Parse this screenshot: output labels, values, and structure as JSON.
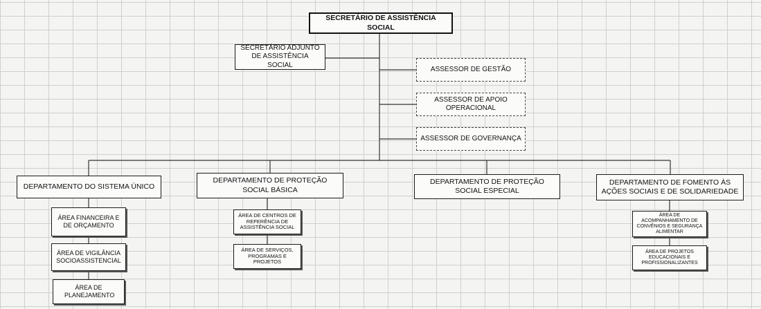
{
  "org_chart": {
    "top": "SECRETÁRIO DE ASSISTÊNCIA SOCIAL",
    "adjunto": "SECRETÁRIO ADJUNTO DE ASSISTÊNCIA SOCIAL",
    "assessores": [
      "ASSESSOR DE GESTÃO",
      "ASSESSOR DE APOIO OPERACIONAL",
      "ASSESSOR DE GOVERNANÇA"
    ],
    "departamentos": [
      {
        "name": "DEPARTAMENTO DO SISTEMA ÚNICO",
        "areas": [
          "ÁREA FINANCEIRA E DE ORÇAMENTO",
          "ÁREA DE VIGILÂNCIA SOCIOASSISTENCIAL",
          "ÁREA DE PLANEJAMENTO"
        ]
      },
      {
        "name": "DEPARTAMENTO DE PROTEÇÃO SOCIAL BÁSICA",
        "areas": [
          "ÁREA DE CENTROS DE REFERÊNCIA DE ASSISTÊNCIA SOCIAL",
          "ÁREA DE SERVIÇOS, PROGRAMAS E PROJETOS"
        ]
      },
      {
        "name": "DEPARTAMENTO DE PROTEÇÃO SOCIAL ESPECIAL",
        "areas": []
      },
      {
        "name": "DEPARTAMENTO DE FOMENTO ÀS AÇÕES SOCIAIS E DE SOLIDARIEDADE",
        "areas": [
          "ÁREA DE ACOMPANHAMENTO DE CONVÊNIOS E SEGURANÇA ALIMENTAR",
          "ÁREA DE PROJETOS EDUCACIONAIS E PROFISSIONALIZANTES"
        ]
      }
    ]
  }
}
